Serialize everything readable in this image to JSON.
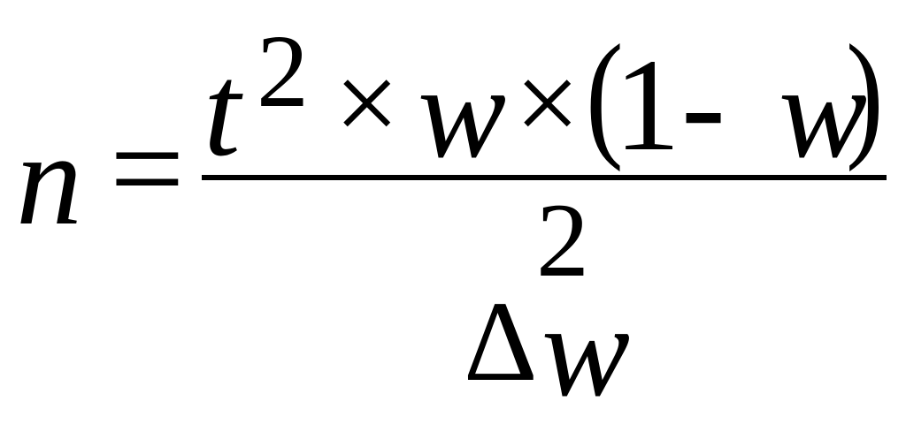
{
  "formula": {
    "lhs": {
      "variable": "n",
      "equals": "="
    },
    "numerator": {
      "t": "t",
      "exponent": "2",
      "times_1": "×",
      "w_1": "w",
      "times_2": "×",
      "left_paren": "(",
      "one": "1",
      "minus": "-",
      "w_2": "w",
      "right_paren": ")"
    },
    "denominator": {
      "two": "2",
      "delta": "Δ",
      "w": "w"
    }
  }
}
